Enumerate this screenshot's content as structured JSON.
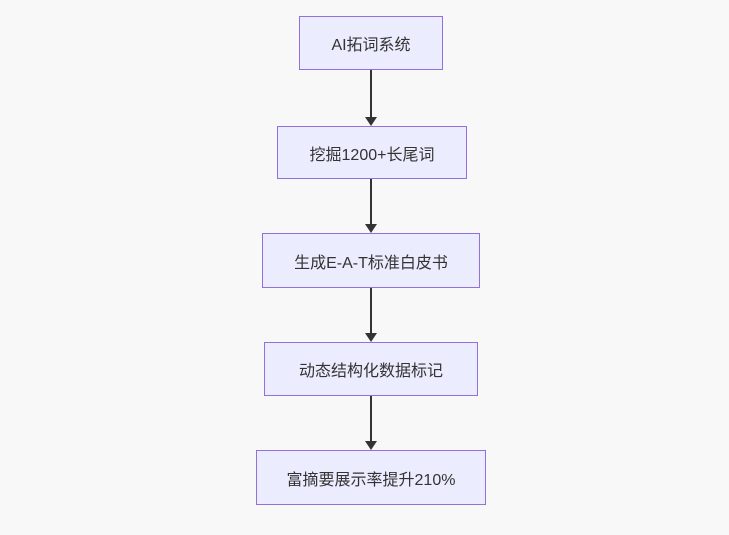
{
  "theme": {
    "page_bg": "#f8f8f8",
    "node_fill": "#ececff",
    "node_border": "#9370db",
    "arrow_color": "#333333",
    "text_color": "#333333"
  },
  "flowchart": {
    "type": "flowchart-top-down",
    "nodes": [
      {
        "id": "n1",
        "label": "AI拓词系统"
      },
      {
        "id": "n2",
        "label": "挖掘1200+长尾词"
      },
      {
        "id": "n3",
        "label": "生成E-A-T标准白皮书"
      },
      {
        "id": "n4",
        "label": "动态结构化数据标记"
      },
      {
        "id": "n5",
        "label": "富摘要展示率提升210%"
      }
    ],
    "edges": [
      {
        "from": "n1",
        "to": "n2"
      },
      {
        "from": "n2",
        "to": "n3"
      },
      {
        "from": "n3",
        "to": "n4"
      },
      {
        "from": "n4",
        "to": "n5"
      }
    ]
  }
}
